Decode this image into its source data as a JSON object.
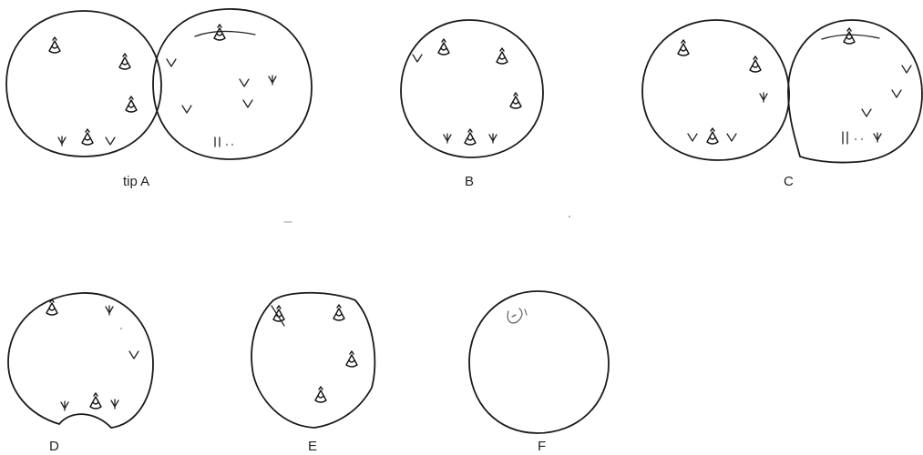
{
  "figure": {
    "labels": {
      "A": "tip  A",
      "B": "B",
      "C": "C",
      "D": "D",
      "E": "E",
      "F": "F"
    }
  }
}
